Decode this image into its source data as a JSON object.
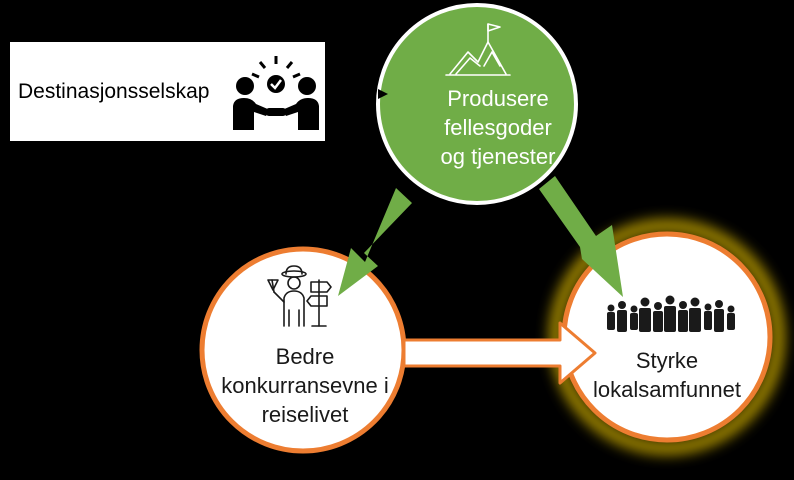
{
  "organization": {
    "label": "Destinasjonsselskap",
    "icon": "handshake-people-icon"
  },
  "nodes": {
    "top": {
      "lines": [
        "Produsere",
        "fellesgoder",
        "og tjenester"
      ],
      "icon": "mountain-flag-icon",
      "fill": "#70ad47",
      "border": "#ffffff"
    },
    "left": {
      "lines": [
        "Bedre",
        "konkurransevne i",
        "reiselivet"
      ],
      "icon": "guide-signpost-icon",
      "fill": "#ffffff",
      "border": "#ed7d31"
    },
    "right": {
      "lines": [
        "Styrke",
        "lokalsamfunnet"
      ],
      "icon": "crowd-icon",
      "fill": "#ffffff",
      "border": "#ed7d31",
      "glow": "#ffd700"
    }
  },
  "colors": {
    "background": "#000000",
    "arrow_green": "#70ad47",
    "arrow_orange": "#ed7d31"
  }
}
